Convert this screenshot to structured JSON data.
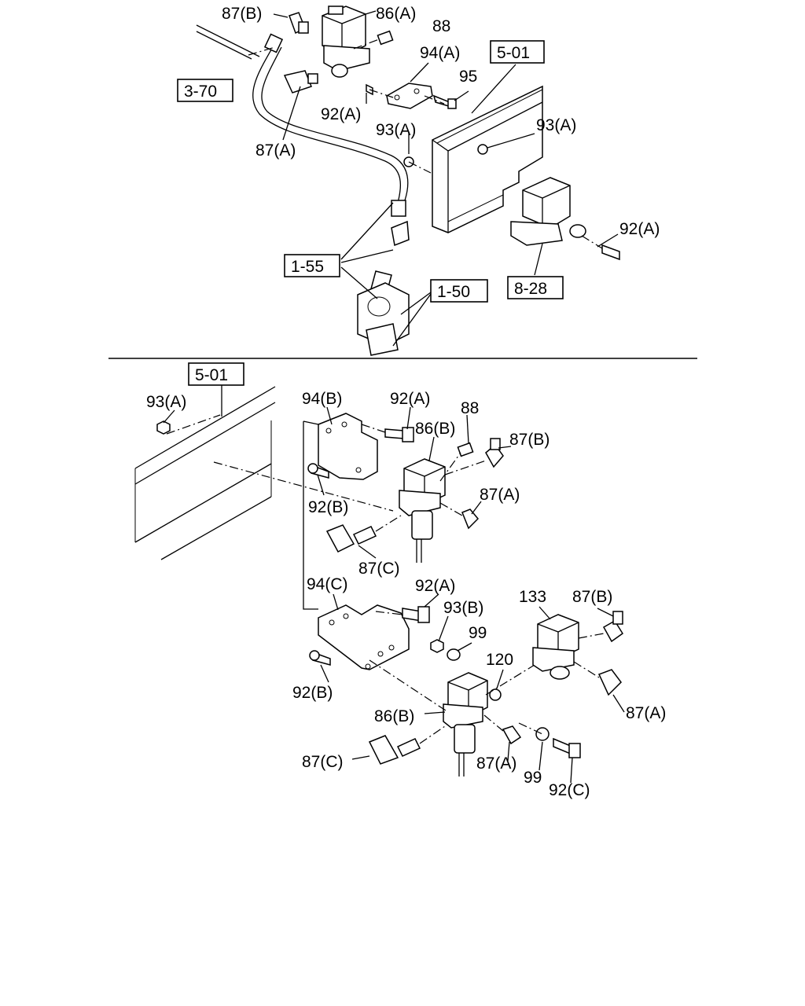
{
  "upper": {
    "labels": {
      "p87b": "87(B)",
      "p86a": "86(A)",
      "p88": "88",
      "p94a": "94(A)",
      "p95": "95",
      "p92a_1": "92(A)",
      "p93a_1": "93(A)",
      "p93a_2": "93(A)",
      "p87a": "87(A)",
      "p92a_2": "92(A)"
    },
    "refs": {
      "r501": "5-01",
      "r370": "3-70",
      "r155": "1-55",
      "r150": "1-50",
      "r828": "8-28"
    }
  },
  "lower": {
    "labels": {
      "p93a": "93(A)",
      "p94b": "94(B)",
      "p92a_1": "92(A)",
      "p88": "88",
      "p86b_1": "86(B)",
      "p87b_1": "87(B)",
      "p92b_1": "92(B)",
      "p87a_1": "87(A)",
      "p87c_1": "87(C)",
      "p94c": "94(C)",
      "p92a_2": "92(A)",
      "p93b": "93(B)",
      "p99_1": "99",
      "p133": "133",
      "p87b_2": "87(B)",
      "p120": "120",
      "p92b_2": "92(B)",
      "p86b_2": "86(B)",
      "p87a_2": "87(A)",
      "p87c_2": "87(C)",
      "p87a_3": "87(A)",
      "p99_2": "99",
      "p92c": "92(C)"
    },
    "refs": {
      "r501": "5-01"
    }
  }
}
